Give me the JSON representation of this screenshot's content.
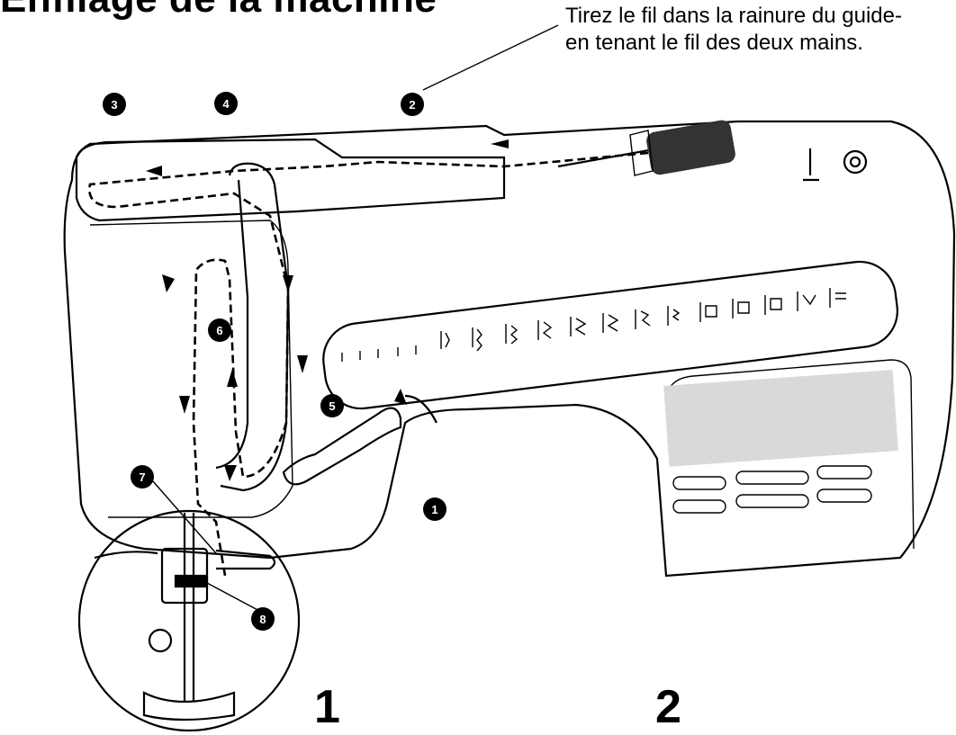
{
  "title": "Enfilage de la machine",
  "callout": {
    "line1": "Tirez le fil dans la rainure du guide-",
    "line2": "en tenant le fil des deux mains."
  },
  "figure_numbers": [
    "1",
    "2"
  ],
  "steps": [
    "1",
    "2",
    "3",
    "4",
    "5",
    "6",
    "7",
    "8"
  ]
}
